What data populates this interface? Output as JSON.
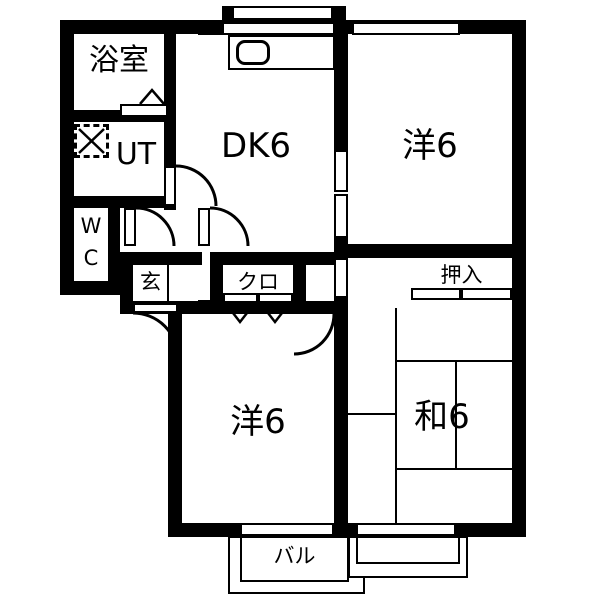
{
  "plan": {
    "type": "japanese-apartment-floor-plan",
    "layout_code": "3DK",
    "rooms": [
      {
        "key": "bathroom",
        "label": "浴室",
        "meaning": "bath room"
      },
      {
        "key": "utility",
        "label": "UT",
        "meaning": "utility / washing area"
      },
      {
        "key": "toilet",
        "label": "WC",
        "meaning": "water closet / toilet"
      },
      {
        "key": "entrance",
        "label": "玄",
        "meaning": "genkan entrance"
      },
      {
        "key": "closet",
        "label": "クロ",
        "meaning": "clothes closet"
      },
      {
        "key": "dk",
        "label": "DK6",
        "meaning": "dining kitchen 6 tatami"
      },
      {
        "key": "western_top",
        "label": "洋6",
        "meaning": "western room 6 tatami"
      },
      {
        "key": "western_bottom",
        "label": "洋6",
        "meaning": "western room 6 tatami"
      },
      {
        "key": "japanese",
        "label": "和6",
        "meaning": "japanese tatami room 6 tatami"
      },
      {
        "key": "oshiire",
        "label": "押入",
        "meaning": "built-in futon closet"
      },
      {
        "key": "balcony",
        "label": "バル",
        "meaning": "balcony"
      }
    ],
    "labels": {
      "bathroom": "浴室",
      "utility": "UT",
      "toilet_line1": "W",
      "toilet_line2": "C",
      "entrance": "玄",
      "closet": "クロ",
      "dining_kitchen": "DK6",
      "western_top": "洋6",
      "western_bottom": "洋6",
      "japanese": "和6",
      "oshiire": "押入",
      "balcony": "バル"
    },
    "fixtures": {
      "kitchen_sink": "sink-basin",
      "washing_machine_space": "washing-machine-pan",
      "bath_tub_marker": "bath-drain-marker"
    },
    "colors": {
      "wall": "#000000",
      "floor": "#ffffff",
      "line": "#000000",
      "background": "#ffffff"
    },
    "counts": {
      "doors_swing": 5,
      "windows": 7,
      "balconies": 2,
      "tatami_mats": 6
    }
  }
}
